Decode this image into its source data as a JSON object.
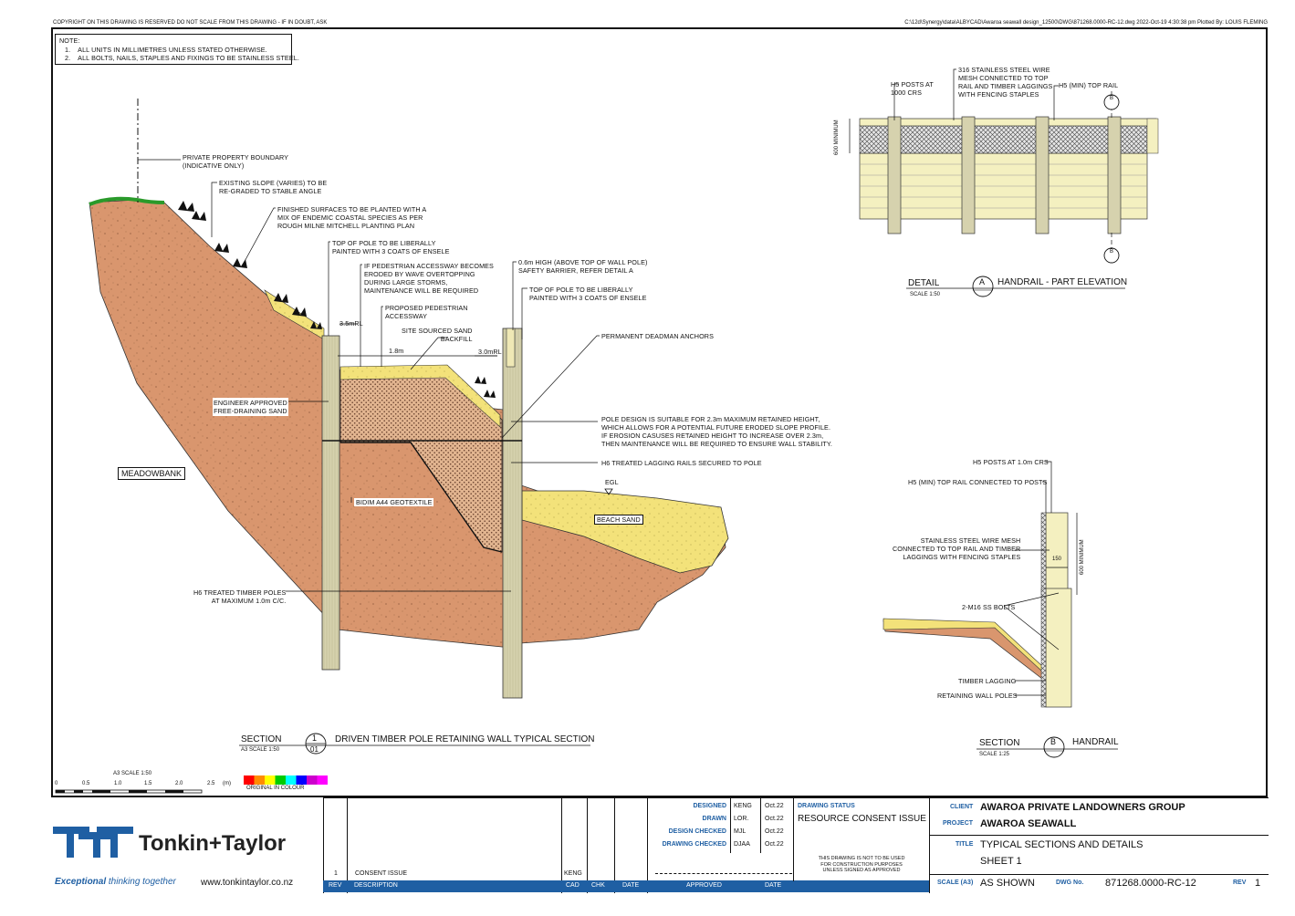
{
  "header": {
    "copyright": "COPYRIGHT ON THIS DRAWING IS RESERVED      DO NOT SCALE FROM THIS DRAWING - IF IN DOUBT, ASK",
    "filepath": "C:\\12d\\Synergy\\data\\ALBYCAD\\Awaroa seawall design_12500\\DWG\\871268.0000-RC-12.dwg   2022-Oct-19  4:30:38 pm  Plotted By: LOUIS FLEMING"
  },
  "notes": {
    "heading": "NOTE:",
    "items": [
      "1.    ALL UNITS IN MILLIMETRES UNLESS STATED OTHERWISE.",
      "2.    ALL BOLTS, NAILS, STAPLES AND FIXINGS TO BE STAINLESS STEEL."
    ]
  },
  "section1": {
    "labels": {
      "boundary": "PRIVATE PROPERTY BOUNDARY\n(INDICATIVE ONLY)",
      "existing_slope": "EXISTING SLOPE (VARIES) TO BE\nRE-GRADED TO STABLE ANGLE",
      "finished_surfaces": "FINISHED SURFACES TO BE PLANTED WITH A\nMIX OF ENDEMIC COASTAL SPECIES AS PER\nROUGH MILNE MITCHELL PLANTING PLAN",
      "top_pole_1": "TOP OF POLE TO BE LIBERALLY\nPAINTED WITH 3 COATS OF ENSELE",
      "pedestrian_erosion": "IF PEDESTRIAN ACCESSWAY BECOMES\nERODED BY WAVE OVERTOPPING\nDURING LARGE STORMS,\nMAINTENANCE WILL BE REQUIRED",
      "safety_barrier": "0.6m HIGH (ABOVE TOP OF WALL POLE)\nSAFETY BARRIER, REFER DETAIL A",
      "top_pole_2": "TOP OF POLE TO BE LIBERALLY\nPAINTED WITH 3 COATS OF ENSELE",
      "proposed_accessway": "PROPOSED PEDESTRIAN\nACCESSWAY",
      "site_sand": "SITE SOURCED SAND\nBACKFILL",
      "deadman": "PERMANENT DEADMAN ANCHORS",
      "engineer_sand": "ENGINEER APPROVED\nFREE-DRAINING SAND",
      "pole_design": "POLE DESIGN IS SUITABLE FOR 2.3m MAXIMUM RETAINED HEIGHT,\nWHICH ALLOWS FOR A POTENTIAL FUTURE ERODED SLOPE PROFILE.\nIF EROSION CASUSES RETAINED HEIGHT TO INCREASE OVER 2.3m,\nTHEN MAINTENANCE WILL BE REQUIRED TO ENSURE WALL STABILITY.",
      "lagging_rails": "H6 TREATED LAGGING RAILS SECURED TO POLE",
      "meadowbank": "MEADOWBANK",
      "bidim": "BIDIM A44 GEOTEXTILE",
      "beach_sand": "BEACH SAND",
      "egl": "EGL",
      "timber_poles": "H6 TREATED TIMBER POLES\nAT MAXIMUM 1.0m C/C.",
      "rl_35": "3.5mRL",
      "width_18": "1.8m",
      "rl_30": "3.0mRL"
    },
    "title": {
      "word": "SECTION",
      "scale": "A3 SCALE 1:50",
      "num_top": "1",
      "num_bottom": "01",
      "name": "DRIVEN TIMBER POLE RETAINING WALL  TYPICAL SECTION"
    }
  },
  "detailA": {
    "labels": {
      "posts": "H5 POSTS AT\n1000 CRS",
      "mesh": "316 STAINLESS STEEL WIRE\nMESH CONNECTED TO TOP\nRAIL AND TIMBER LAGGINGS\nWITH FENCING STAPLES",
      "top_rail": "H5 (MIN) TOP RAIL",
      "dim_600": "600 MINIMUM",
      "b_marker": "B"
    },
    "title": {
      "word": "DETAIL",
      "scale": "SCALE 1:50",
      "letter": "A",
      "name": "HANDRAIL - PART ELEVATION"
    }
  },
  "sectionB": {
    "labels": {
      "posts": "H5 POSTS AT 1.0m CRS",
      "top_rail": "H5 (MIN) TOP RAIL CONNECTED TO POSTS",
      "mesh": "STAINLESS STEEL WIRE MESH\nCONNECTED TO TOP RAIL AND TIMBER\nLAGGINGS WITH FENCING STAPLES",
      "dim_150": "150",
      "dim_600": "600 MINIMUM",
      "bolts": "2-M16 SS BOLTS",
      "lagging": "TIMBER LAGGING",
      "poles": "RETAINING WALL POLES"
    },
    "title": {
      "word": "SECTION",
      "scale": "SCALE 1:25",
      "letter": "B",
      "name": "HANDRAIL"
    }
  },
  "scale_bar": {
    "title": "A3 SCALE 1:50",
    "ticks": [
      "0",
      "0.5",
      "1.0",
      "1.5",
      "2.0",
      "2.5"
    ],
    "unit": "(m)",
    "colour_note": "ORIGINAL IN COLOUR",
    "swatches": [
      "#ff0000",
      "#ff8c00",
      "#ffff00",
      "#00cc00",
      "#00ffff",
      "#0000ff",
      "#cc00cc",
      "#ff00ff"
    ]
  },
  "company": {
    "name": "Tonkin+Taylor",
    "tagline_1": "Exceptional ",
    "tagline_2": "thinking together",
    "website": "www.tonkintaylor.co.nz",
    "brand_color": "#1f5fa3"
  },
  "revisions": {
    "headers": [
      "REV",
      "DESCRIPTION",
      "CAD",
      "CHK",
      "DATE",
      "APPROVED",
      "DATE"
    ],
    "rows": [
      {
        "rev": "1",
        "description": "CONSENT ISSUE",
        "cad": "KENG",
        "chk": "",
        "date": ""
      }
    ]
  },
  "signoff": {
    "rows": [
      {
        "label": "DESIGNED",
        "name": "KENG",
        "date": "Oct.22"
      },
      {
        "label": "DRAWN",
        "name": "LOR.",
        "date": "Oct.22"
      },
      {
        "label": "DESIGN CHECKED",
        "name": "MJL",
        "date": "Oct.22"
      },
      {
        "label": "DRAWING CHECKED",
        "name": "DJAA",
        "date": "Oct.22"
      }
    ],
    "status_label": "DRAWING STATUS",
    "status": "RESOURCE CONSENT ISSUE",
    "not_for_construction": "THIS DRAWING IS NOT TO BE USED\nFOR CONSTRUCTION PURPOSES\nUNLESS SIGNED AS APPROVED"
  },
  "project_info": {
    "client_label": "CLIENT",
    "client": "AWAROA PRIVATE LANDOWNERS GROUP",
    "project_label": "PROJECT",
    "project": "AWAROA SEAWALL",
    "title_label": "TITLE",
    "title_1": "TYPICAL SECTIONS AND DETAILS",
    "title_2": "SHEET 1",
    "scale_label": "SCALE (A3)",
    "scale": "AS SHOWN",
    "dwg_label": "DWG No.",
    "dwg": "871268.0000-RC-12",
    "rev_label": "REV",
    "rev": "1"
  }
}
